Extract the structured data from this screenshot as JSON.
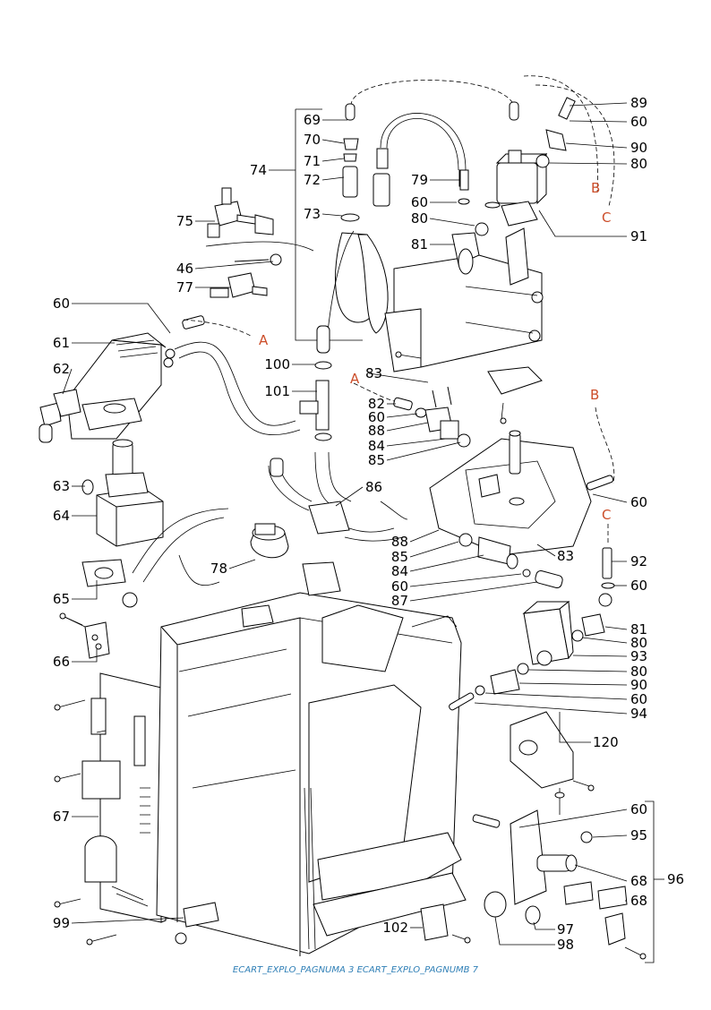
{
  "diagram": {
    "labels": [
      {
        "id": "l69",
        "text": "69"
      },
      {
        "id": "l70",
        "text": "70"
      },
      {
        "id": "l71",
        "text": "71"
      },
      {
        "id": "l72",
        "text": "72"
      },
      {
        "id": "l73",
        "text": "73"
      },
      {
        "id": "l74",
        "text": "74"
      },
      {
        "id": "l75",
        "text": "75"
      },
      {
        "id": "l46",
        "text": "46"
      },
      {
        "id": "l77",
        "text": "77"
      },
      {
        "id": "l60a",
        "text": "60"
      },
      {
        "id": "l61",
        "text": "61"
      },
      {
        "id": "l62",
        "text": "62"
      },
      {
        "id": "l63",
        "text": "63"
      },
      {
        "id": "l64",
        "text": "64"
      },
      {
        "id": "l65",
        "text": "65"
      },
      {
        "id": "l66",
        "text": "66"
      },
      {
        "id": "l67",
        "text": "67"
      },
      {
        "id": "l99",
        "text": "99"
      },
      {
        "id": "l100",
        "text": "100"
      },
      {
        "id": "l101",
        "text": "101"
      },
      {
        "id": "l78",
        "text": "78"
      },
      {
        "id": "l86",
        "text": "86"
      },
      {
        "id": "l79",
        "text": "79"
      },
      {
        "id": "l60b",
        "text": "60"
      },
      {
        "id": "l80a",
        "text": "80"
      },
      {
        "id": "l81a",
        "text": "81"
      },
      {
        "id": "l83a",
        "text": "83"
      },
      {
        "id": "l82",
        "text": "82"
      },
      {
        "id": "l60c",
        "text": "60"
      },
      {
        "id": "l88a",
        "text": "88"
      },
      {
        "id": "l84a",
        "text": "84"
      },
      {
        "id": "l85a",
        "text": "85"
      },
      {
        "id": "l88b",
        "text": "88"
      },
      {
        "id": "l85b",
        "text": "85"
      },
      {
        "id": "l84b",
        "text": "84"
      },
      {
        "id": "l60d",
        "text": "60"
      },
      {
        "id": "l87",
        "text": "87"
      },
      {
        "id": "l83b",
        "text": "83"
      },
      {
        "id": "l89",
        "text": "89"
      },
      {
        "id": "l60e",
        "text": "60"
      },
      {
        "id": "l90a",
        "text": "90"
      },
      {
        "id": "l80b",
        "text": "80"
      },
      {
        "id": "l91",
        "text": "91"
      },
      {
        "id": "l60f",
        "text": "60"
      },
      {
        "id": "l92",
        "text": "92"
      },
      {
        "id": "l60g",
        "text": "60"
      },
      {
        "id": "l81b",
        "text": "81"
      },
      {
        "id": "l80c",
        "text": "80"
      },
      {
        "id": "l93",
        "text": "93"
      },
      {
        "id": "l80d",
        "text": "80"
      },
      {
        "id": "l90b",
        "text": "90"
      },
      {
        "id": "l60h",
        "text": "60"
      },
      {
        "id": "l94",
        "text": "94"
      },
      {
        "id": "l120",
        "text": "120"
      },
      {
        "id": "l60i",
        "text": "60"
      },
      {
        "id": "l95",
        "text": "95"
      },
      {
        "id": "l68a",
        "text": "68"
      },
      {
        "id": "l96",
        "text": "96"
      },
      {
        "id": "l68b",
        "text": "68"
      },
      {
        "id": "l97",
        "text": "97"
      },
      {
        "id": "l98",
        "text": "98"
      },
      {
        "id": "l102",
        "text": "102"
      }
    ],
    "connectors": [
      {
        "id": "cA1",
        "text": "A"
      },
      {
        "id": "cA2",
        "text": "A"
      },
      {
        "id": "cB1",
        "text": "B"
      },
      {
        "id": "cB2",
        "text": "B"
      },
      {
        "id": "cC1",
        "text": "C"
      },
      {
        "id": "cC2",
        "text": "C"
      }
    ],
    "footer": "ECART_EXPLO_PAGNUMA 3 ECART_EXPLO_PAGNUMB 7",
    "connector_color": "#cc4e2a",
    "footer_color": "#2f7fb6"
  }
}
